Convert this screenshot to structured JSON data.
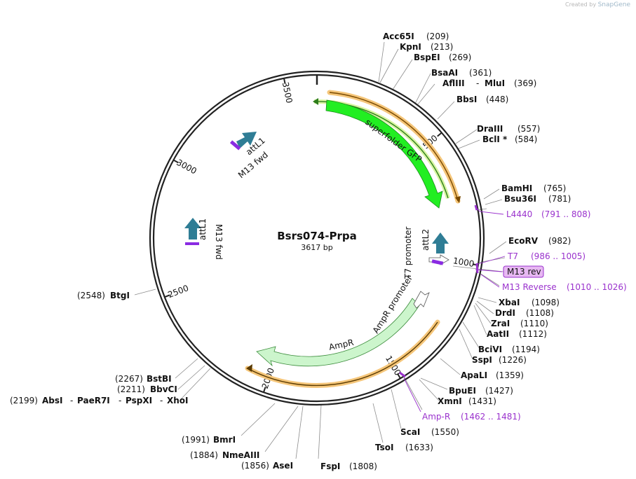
{
  "credit": {
    "prefix": "Created by",
    "brand": "SnapGene"
  },
  "plasmid": {
    "name": "Bsrs074-Prpa",
    "length_label": "3617 bp",
    "length": 3617
  },
  "ruler": [
    {
      "pos": 500,
      "label": "500"
    },
    {
      "pos": 1000,
      "label": "1000"
    },
    {
      "pos": 1500,
      "label": "1500"
    },
    {
      "pos": 2000,
      "label": "2000"
    },
    {
      "pos": 2500,
      "label": "2500"
    },
    {
      "pos": 3000,
      "label": "3000"
    },
    {
      "pos": 3500,
      "label": "3500"
    }
  ],
  "features": [
    {
      "label": "superfolder GFP",
      "color": "#22ee22"
    },
    {
      "label": "AmpR",
      "color": "#ccf5cc"
    },
    {
      "label": "AmpR promoter",
      "color": "#ffffff"
    },
    {
      "label": "T7 promoter",
      "color": "#ffffff"
    },
    {
      "label": "attL2",
      "color": "#2f7d95"
    },
    {
      "label": "attL1",
      "color": "#2f7d95"
    },
    {
      "label": "M13 fwd",
      "color": "#8a2be2"
    },
    {
      "label": "attL1",
      "color": "#2f7d95"
    },
    {
      "label": "M13 fwd",
      "color": "#8a2be2"
    }
  ],
  "enzymes": [
    {
      "name": "Acc65I",
      "pos": "(209)"
    },
    {
      "name": "KpnI",
      "pos": "(213)"
    },
    {
      "name": "BspEI",
      "pos": "(269)"
    },
    {
      "name": "BsaAI",
      "pos": "(361)"
    },
    {
      "name": "AflIII",
      "sep": "-",
      "name2": "MluI",
      "pos": "(369)"
    },
    {
      "name": "BbsI",
      "pos": "(448)"
    },
    {
      "name": "DraIII",
      "pos": "(557)"
    },
    {
      "name": "BclI *",
      "pos": "(584)"
    },
    {
      "name": "BamHI",
      "pos": "(765)"
    },
    {
      "name": "Bsu36I",
      "pos": "(781)"
    },
    {
      "name": "EcoRV",
      "pos": "(982)"
    },
    {
      "name": "XbaI",
      "pos": "(1098)"
    },
    {
      "name": "DrdI",
      "pos": "(1108)"
    },
    {
      "name": "ZraI",
      "pos": "(1110)"
    },
    {
      "name": "AatII",
      "pos": "(1112)"
    },
    {
      "name": "BciVI",
      "pos": "(1194)"
    },
    {
      "name": "SspI",
      "pos": "(1226)"
    },
    {
      "name": "ApaLI",
      "pos": "(1359)"
    },
    {
      "name": "BpuEI",
      "pos": "(1427)"
    },
    {
      "name": "XmnI",
      "pos": "(1431)"
    },
    {
      "name": "ScaI",
      "pos": "(1550)"
    },
    {
      "name": "TsoI",
      "pos": "(1633)"
    },
    {
      "name": "FspI",
      "pos": "(1808)"
    },
    {
      "name": "AseI",
      "pos": "(1856)"
    },
    {
      "name": "NmeAIII",
      "pos": "(1884)"
    },
    {
      "name": "BmrI",
      "pos": "(1991)"
    },
    {
      "name": "BtgI",
      "pos": "(2548)"
    },
    {
      "name": "BstBI",
      "pos": "(2267)"
    },
    {
      "name": "BbvCI",
      "pos": "(2211)"
    },
    {
      "name": "AbsI",
      "pos": "(2199)",
      "chain": [
        "PaeR7I",
        "PspXI",
        "XhoI"
      ]
    }
  ],
  "primers": [
    {
      "name": "L4440",
      "range": "(791 .. 808)"
    },
    {
      "name": "T7",
      "range": "(986 .. 1005)"
    },
    {
      "name": "M13 rev",
      "range": ""
    },
    {
      "name": "M13 Reverse",
      "range": "(1010 .. 1026)"
    },
    {
      "name": "Amp-R",
      "range": "(1462 .. 1481)"
    }
  ],
  "colors": {
    "backbone": "#222222",
    "gfp": "#22ee22",
    "ampr": "#ccf5cc",
    "att": "#2f7d95",
    "primer": "#9a32cd",
    "orf_glow": "#f5c67a",
    "orf_line": "#7a4a00"
  }
}
